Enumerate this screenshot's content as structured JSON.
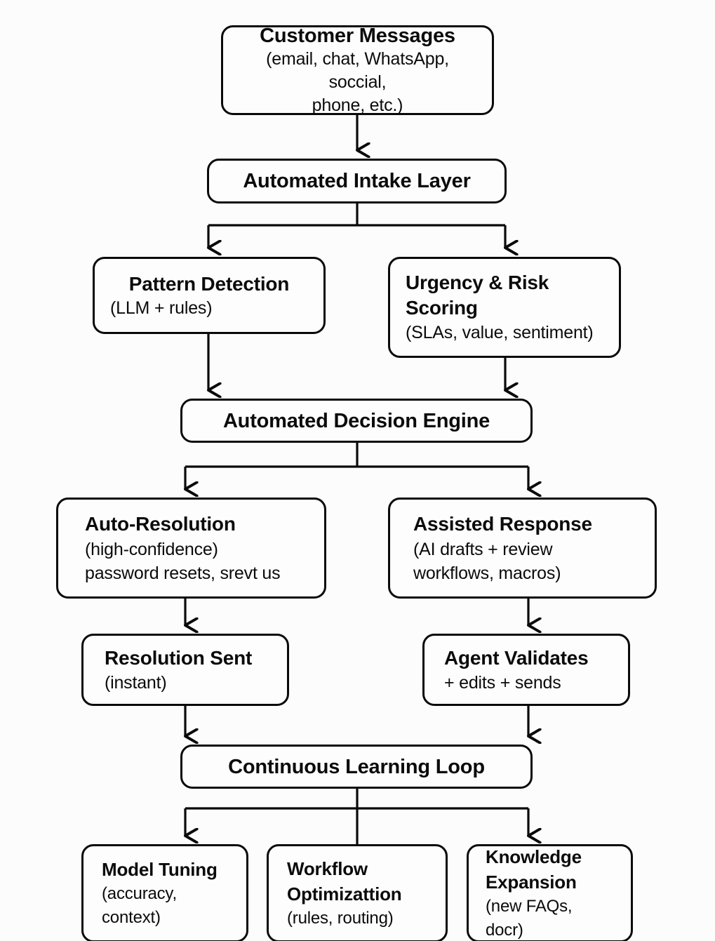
{
  "diagram": {
    "type": "flowchart",
    "orientation": "top-down",
    "background_color": "#fcfcfc",
    "node_fill_color": "#fdfdfd",
    "stroke_color": "#0a0a0a",
    "nodes": {
      "customer_messages": {
        "title": "Customer Messages",
        "sub_line_1": "(email, chat, WhatsApp, soccial,",
        "sub_line_2": "phone, etc.)"
      },
      "intake_layer": {
        "title": "Automated Intake Layer"
      },
      "pattern_detection": {
        "title": "Pattern Detection",
        "sub_line_1": "(LLM + rules)"
      },
      "urgency_risk": {
        "title_line_1": "Urgency & Risk",
        "title_line_2": "Scoring",
        "sub_line_1": "(SLAs, value, sentiment)"
      },
      "decision_engine": {
        "title": "Automated Decision Engine"
      },
      "auto_resolution": {
        "title": "Auto-Resolution",
        "sub_line_1": "(high-confidence)",
        "sub_line_2": "password resets, srevt us"
      },
      "assisted_response": {
        "title": "Assisted Response",
        "sub_line_1": "(AI drafts + review",
        "sub_line_2": "workflows, macros)"
      },
      "resolution_sent": {
        "title": "Resolution Sent",
        "sub_line_1": "(instant)"
      },
      "agent_validates": {
        "title": "Agent Validates",
        "sub_line_1": "+ edits + sends"
      },
      "learning_loop": {
        "title": "Continuous Learning Loop"
      },
      "model_tuning": {
        "title": "Model Tuning",
        "sub_line_1": "(accuracy,",
        "sub_line_2": "context)"
      },
      "workflow_optimization": {
        "title_line_1": "Workflow",
        "title_line_2": "Optimizattion",
        "sub_line_1": "(rules, routing)"
      },
      "knowledge_expansion": {
        "title_line_1": "Knowledge",
        "title_line_2": "Expansion",
        "sub_line_1": "(new FAQs, docr)"
      }
    },
    "edges": [
      {
        "from": "customer_messages",
        "to": "intake_layer",
        "style": "arrow"
      },
      {
        "from": "intake_layer",
        "to": "pattern_detection",
        "style": "split-arrow"
      },
      {
        "from": "intake_layer",
        "to": "urgency_risk",
        "style": "split-arrow"
      },
      {
        "from": "pattern_detection",
        "to": "decision_engine",
        "style": "arrow"
      },
      {
        "from": "urgency_risk",
        "to": "decision_engine",
        "style": "arrow"
      },
      {
        "from": "decision_engine",
        "to": "auto_resolution",
        "style": "split-arrow"
      },
      {
        "from": "decision_engine",
        "to": "assisted_response",
        "style": "split-arrow"
      },
      {
        "from": "auto_resolution",
        "to": "resolution_sent",
        "style": "arrow"
      },
      {
        "from": "assisted_response",
        "to": "agent_validates",
        "style": "arrow"
      },
      {
        "from": "resolution_sent",
        "to": "learning_loop",
        "style": "arrow"
      },
      {
        "from": "agent_validates",
        "to": "learning_loop",
        "style": "arrow"
      },
      {
        "from": "learning_loop",
        "to": "model_tuning",
        "style": "split-arrow"
      },
      {
        "from": "learning_loop",
        "to": "workflow_optimization",
        "style": "split-line"
      },
      {
        "from": "learning_loop",
        "to": "knowledge_expansion",
        "style": "split-arrow"
      }
    ]
  }
}
